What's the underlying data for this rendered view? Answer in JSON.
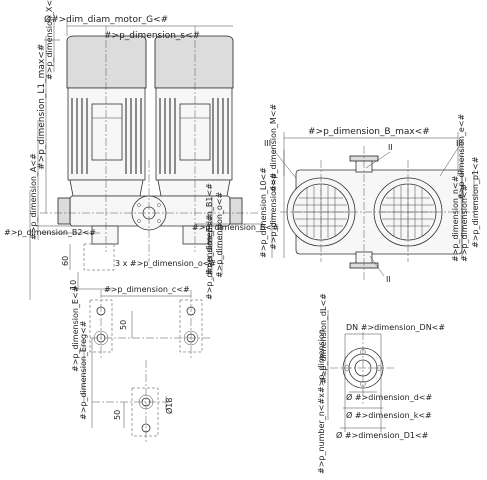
{
  "labels": {
    "dim_diam_motor_G": "Ø#>dim_diam_motor_G<#",
    "p_dimension_s": "#>p_dimension_s<#",
    "p_dimension_X": "#>p_dimension_X<#",
    "p_dimension_L1_max": "#>p_dimension_L1_max<#",
    "p_dimension_A": "#>p_dimension_A<#",
    "p_dimension_B2": "#>p_dimension_B2<#",
    "p_dimension_B": "#>p_dimension_B<#",
    "p_dimension_B1": "#>p_dimension_B1<#",
    "p_dimension_o": "3 x #>p_dimension_o<#",
    "p_dimension_o_vert": "#>p_dimension_o<#",
    "dim_60": "60",
    "dim_10": "10",
    "p_dimension_c": "#>p_dimension_c<#",
    "p_dimension_c_vert": "#>p_dimension_c<#",
    "dim_50_top": "50",
    "p_dimension_E": "#>p_dimension_E<#",
    "p_dimension_Ereg": "#>p_dimension_Ereg<#",
    "dim_50_bottom": "50",
    "dim_diam_18": "Ø18",
    "p_dimension_B_max": "#>p_dimension_B_max<#",
    "p_dimension_M": "#>p_dimension_M<#",
    "p_dimension_L0": "#>p_dimension_L0<#",
    "p_dimension_H": "#>p_dimension<#",
    "p_dimension_e": "#>p_dimension_e<#",
    "p_dimension_p1": "#>p_dimension_p1<#",
    "p_dimension_n": "#>p_dimension_n<#",
    "p_dimension_gen": "#>p_dimension<#",
    "roman_III_left": "III",
    "roman_II_top": "II",
    "roman_III_right": "III",
    "roman_II_bottom": "II",
    "p_dimension_dL": "#>p_dimension_dL<#",
    "DN_dimension": "DN #>dimension_DN<#",
    "dimension_d": "Ø #>dimension_d<#",
    "dimension_k": "Ø #>dimension_k<#",
    "dimension_D1": "Ø #>dimension_D1<#",
    "p_number_n": "#>p_number_n<#x#>p_dimension"
  }
}
